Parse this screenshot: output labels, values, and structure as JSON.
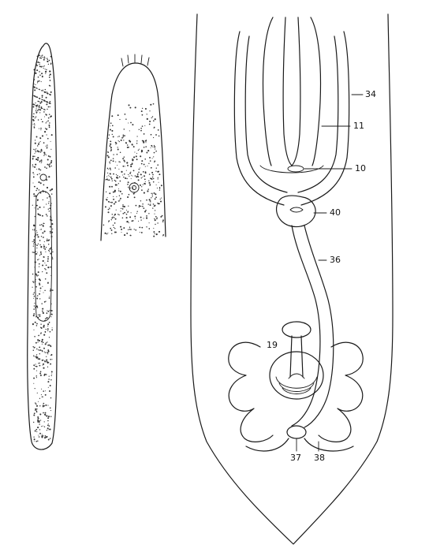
{
  "labels": {
    "l34": "34",
    "l11": "11",
    "l10": "10",
    "l40": "40",
    "l36": "36",
    "l19": "19",
    "l37": "37",
    "l38": "38"
  }
}
